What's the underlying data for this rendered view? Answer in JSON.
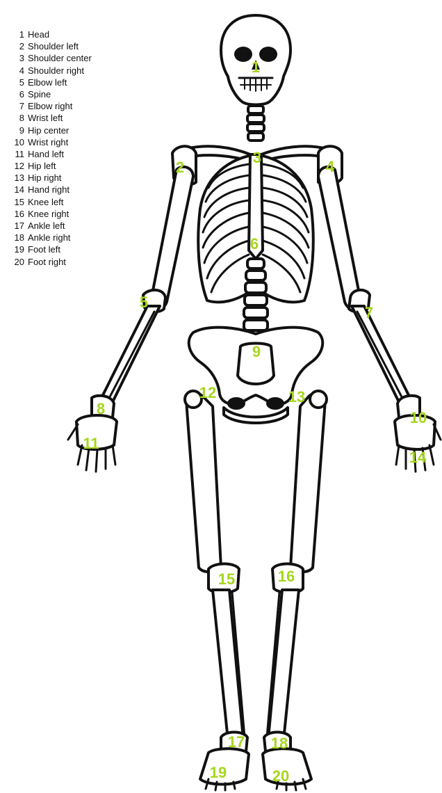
{
  "legend": [
    {
      "num": "1",
      "label": "Head"
    },
    {
      "num": "2",
      "label": "Shoulder left"
    },
    {
      "num": "3",
      "label": "Shoulder center"
    },
    {
      "num": "4",
      "label": "Shoulder right"
    },
    {
      "num": "5",
      "label": "Elbow left"
    },
    {
      "num": "6",
      "label": "Spine"
    },
    {
      "num": "7",
      "label": "Elbow right"
    },
    {
      "num": "8",
      "label": "Wrist left"
    },
    {
      "num": "9",
      "label": "Hip center"
    },
    {
      "num": "10",
      "label": "Wrist right"
    },
    {
      "num": "11",
      "label": "Hand left"
    },
    {
      "num": "12",
      "label": "Hip left"
    },
    {
      "num": "13",
      "label": "Hip right"
    },
    {
      "num": "14",
      "label": "Hand right"
    },
    {
      "num": "15",
      "label": "Knee left"
    },
    {
      "num": "16",
      "label": "Knee right"
    },
    {
      "num": "17",
      "label": "Ankle left"
    },
    {
      "num": "18",
      "label": "Ankle right"
    },
    {
      "num": "19",
      "label": "Foot left"
    },
    {
      "num": "20",
      "label": "Foot right"
    }
  ],
  "markers": [
    "1",
    "2",
    "3",
    "4",
    "5",
    "6",
    "7",
    "8",
    "9",
    "10",
    "11",
    "12",
    "13",
    "14",
    "15",
    "16",
    "17",
    "18",
    "19",
    "20"
  ],
  "colors": {
    "marker": "#a6d61e",
    "bone_outline": "#111111",
    "text": "#111111"
  }
}
